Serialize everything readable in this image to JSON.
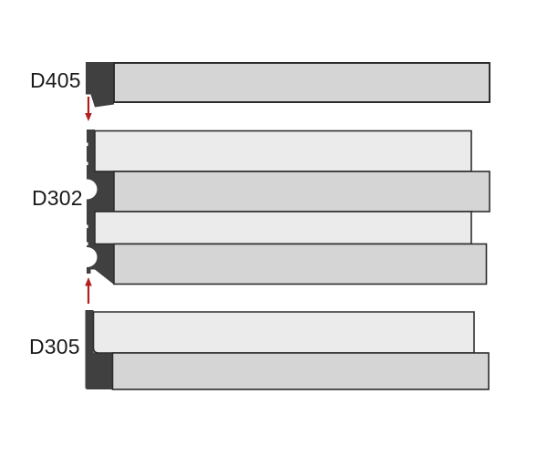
{
  "diagram": {
    "background": "#ffffff",
    "type": "profile-cross-section-diagram",
    "profiles": [
      {
        "id": "d405",
        "label": "D405",
        "board_count": 1
      },
      {
        "id": "d302",
        "label": "D302",
        "board_count": 4
      },
      {
        "id": "d305",
        "label": "D305",
        "board_count": 2
      }
    ],
    "arrows": [
      {
        "id": "arrow-1",
        "direction": "down",
        "between": "D405 and D302"
      },
      {
        "id": "arrow-2",
        "direction": "up",
        "between": "D302 and D305"
      }
    ],
    "colors": {
      "dark_profile": "#404040",
      "board_light": "#ebebeb",
      "board_medium": "#d5d5d5",
      "outline": "#2d2d2d",
      "arrow_red": "#b12020",
      "label_text": "#1a1a1a",
      "background": "#ffffff"
    }
  }
}
